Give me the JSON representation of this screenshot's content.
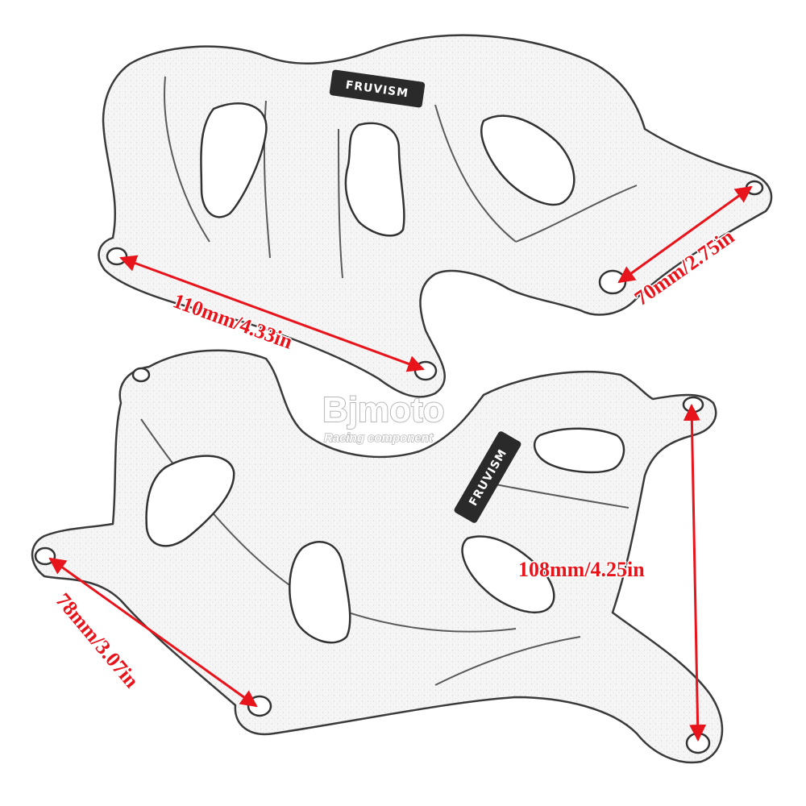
{
  "image": {
    "subject": "Motorcycle engine case cover sliders (line drawing)",
    "colors": {
      "outline": "#3a3a3a",
      "part_fill": "#f4f4f4",
      "dimension": "#e8141c",
      "background": "#ffffff"
    }
  },
  "dimensions": {
    "top_left": "110mm/4.33in",
    "top_right": "70mm/2.75in",
    "bottom_left": "78mm/3.07in",
    "bottom_right": "108mm/4.25in"
  },
  "watermark": {
    "brand": "Bjmoto",
    "tagline": "Racing component"
  },
  "logos": {
    "top_part": "FRUVISM",
    "bottom_part": "FRUVISM"
  }
}
